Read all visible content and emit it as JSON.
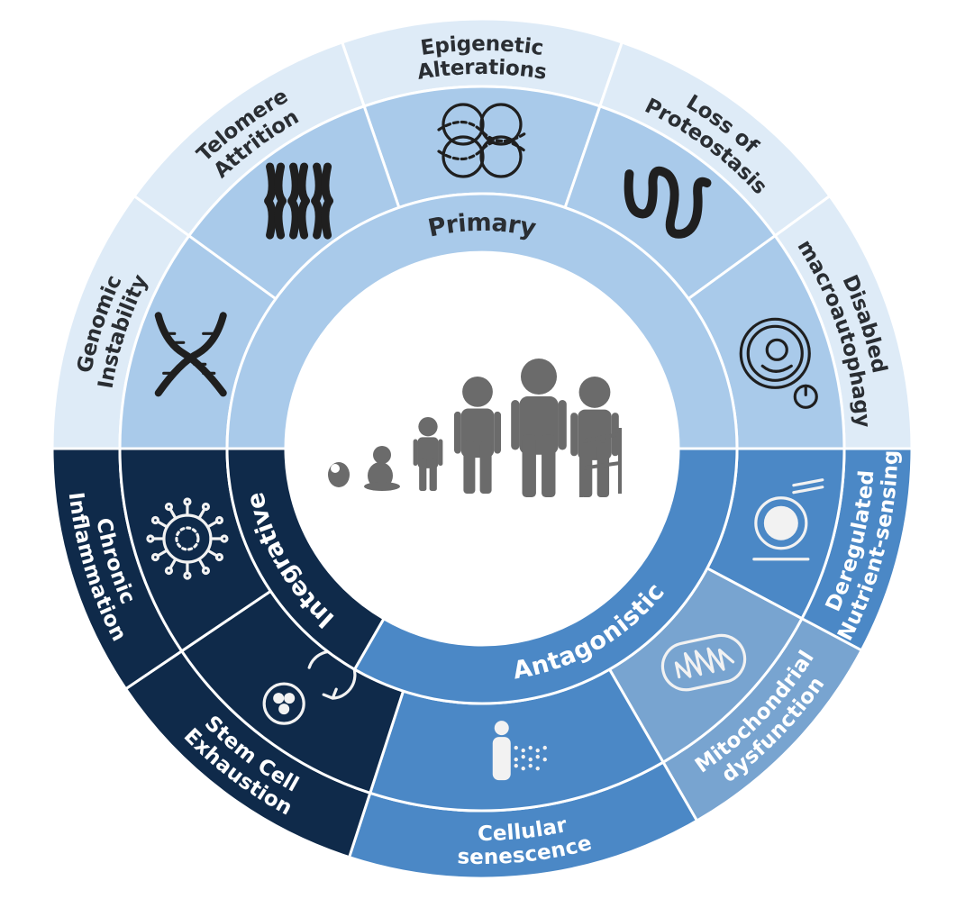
{
  "colors": {
    "primary_outer": "#deebf7",
    "primary_inner": "#a9caea",
    "primary_ring": "#a9caea",
    "antagonistic_outer": "#4b88c6",
    "antagonistic_inner": "#4b88c6",
    "antagonistic_alt": "#78a4d0",
    "antagonistic_ring": "#4b88c6",
    "integrative_outer": "#0f2a4a",
    "integrative_inner": "#0f2a4a",
    "integrative_ring": "#0f2a4a",
    "text_dark": "#2a2e33",
    "text_light": "#ffffff",
    "icon_dark": "#1f1f1f",
    "icon_light": "#f2f2f2",
    "silhouette": "#6b6b6b",
    "divider": "#ffffff"
  },
  "categories": [
    {
      "id": "primary",
      "label": "Primary",
      "name": "category-primary"
    },
    {
      "id": "antagonistic",
      "label": "Antagonistic",
      "name": "category-antagonistic"
    },
    {
      "id": "integrative",
      "label": "Integrative",
      "name": "category-integrative"
    }
  ],
  "hallmarks": [
    {
      "label": "Epigenetic\nAlterations",
      "category": "primary",
      "icon": "chromatin-icon"
    },
    {
      "label": "Loss of\nProteostasis",
      "category": "primary",
      "icon": "protein-fold-icon"
    },
    {
      "label": "Disabled\nmacroautophagy",
      "category": "primary",
      "icon": "autophagy-cell-icon"
    },
    {
      "label": "Deregulated\nNutrient-sensing",
      "category": "antagonistic",
      "icon": "plate-cutlery-icon"
    },
    {
      "label": "Mitochondrial\ndysfunction",
      "category": "antagonistic",
      "icon": "mitochondrion-icon"
    },
    {
      "label": "Cellular\nsenescence",
      "category": "antagonistic",
      "icon": "dissolving-person-icon"
    },
    {
      "label": "Stem Cell\nExhaustion",
      "category": "integrative",
      "icon": "stem-cell-cycle-icon"
    },
    {
      "label": "Chronic\nInflammation",
      "category": "integrative",
      "icon": "virus-cell-icon"
    },
    {
      "label": "Genomic\nInstability",
      "category": "primary",
      "icon": "dna-icon"
    },
    {
      "label": "Telomere\nAttrition",
      "category": "primary",
      "icon": "chromosomes-icon"
    }
  ],
  "center": {
    "icon": "aging-stages-icon",
    "stages": [
      "embryo",
      "baby",
      "toddler",
      "adult",
      "older-adult",
      "elder-with-walker"
    ]
  }
}
